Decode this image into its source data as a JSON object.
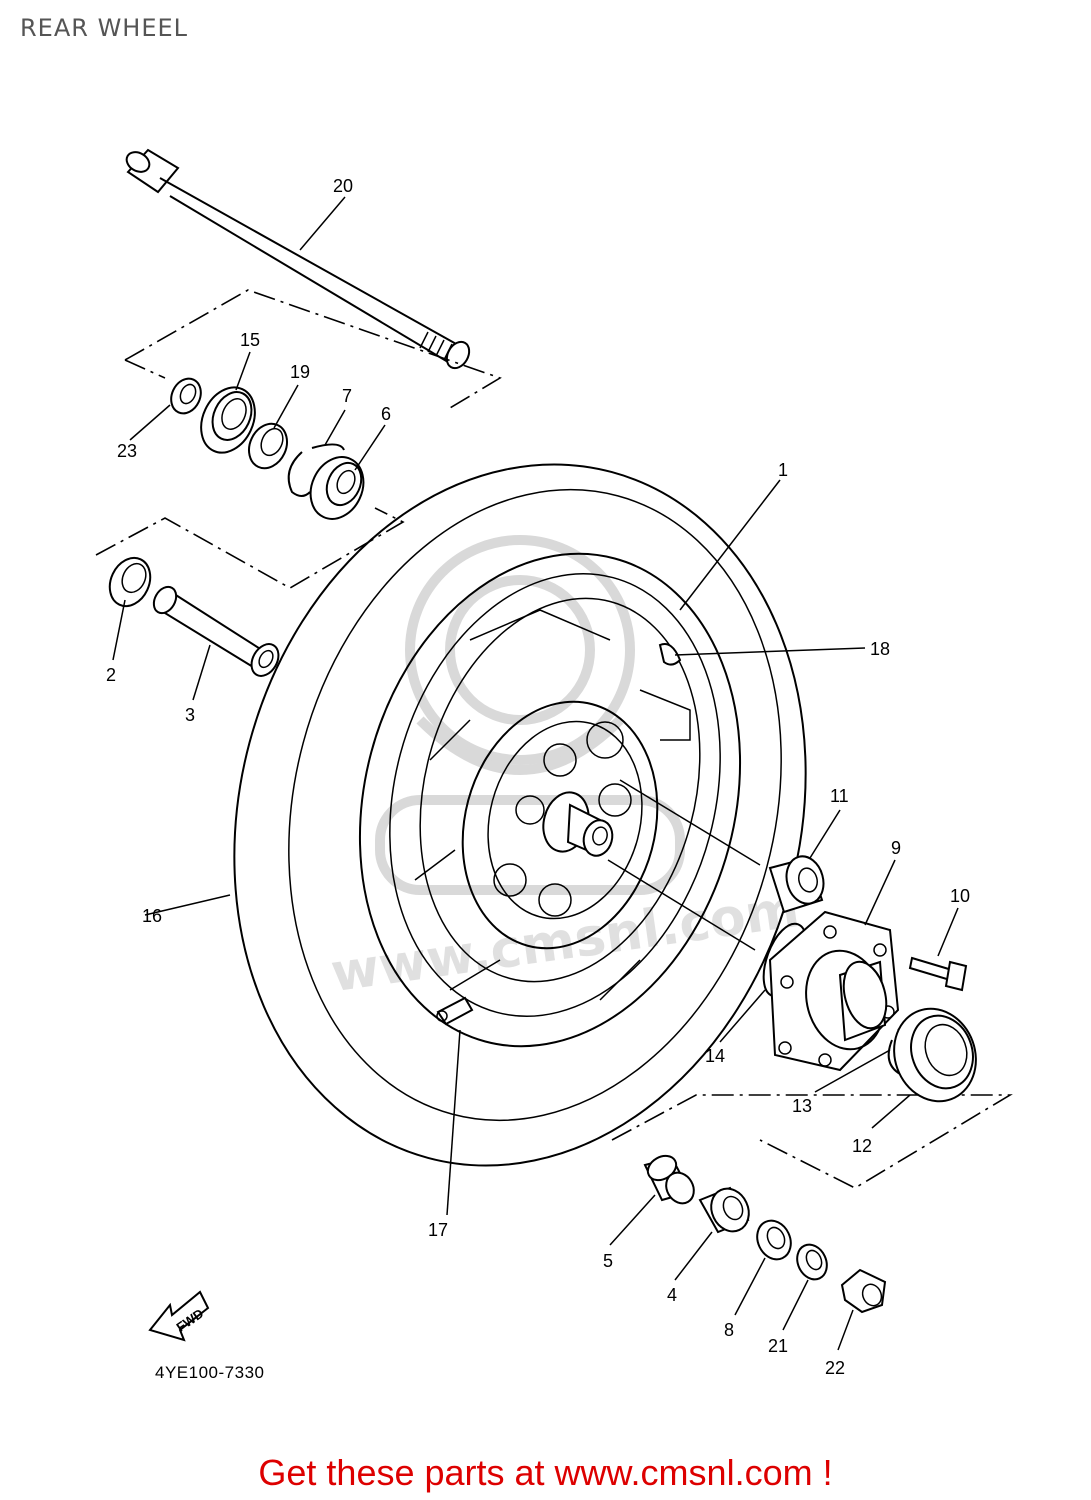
{
  "title": "REAR WHEEL",
  "diagram_code": "4YE100-7330",
  "fwd_label": "FWD",
  "footer_text": "Get these parts at www.cmsnl.com !",
  "watermark_text": "www.cmsnl.com",
  "callouts": [
    "1",
    "2",
    "3",
    "4",
    "5",
    "6",
    "7",
    "8",
    "9",
    "10",
    "11",
    "12",
    "13",
    "14",
    "15",
    "16",
    "17",
    "18",
    "19",
    "20",
    "21",
    "22",
    "23"
  ],
  "colors": {
    "footer": "#dd0000",
    "title": "#555555",
    "watermark": "#d9d9d9"
  }
}
